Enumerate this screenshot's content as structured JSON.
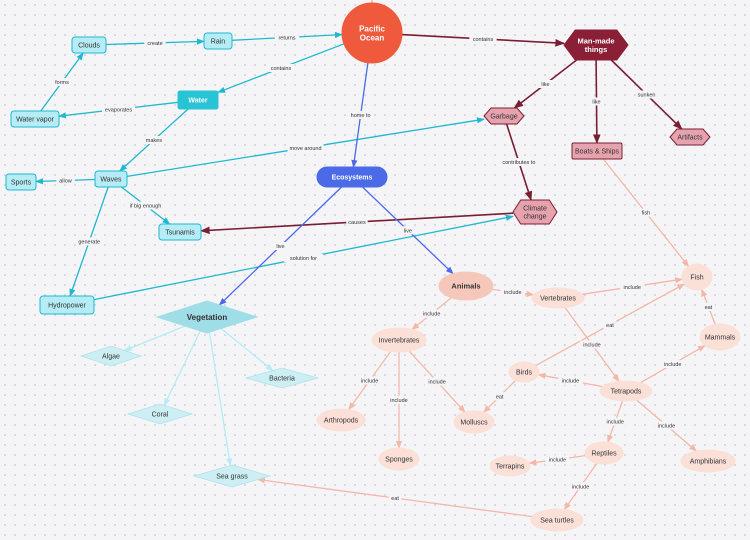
{
  "colors": {
    "teal": "#1fb8cf",
    "teal_fill": "#b5ecf5",
    "teal_dark": "#29c3d6",
    "blue": "#4a6ae8",
    "maroon": "#7a1f33",
    "maroon_fill": "#e6a3ae",
    "salmon": "#f4b7a8",
    "salmon_fill": "#fbe0d8",
    "salmon_strong": "#f6c8bc",
    "red": "#f05a3c",
    "dark": "#8a1f36"
  },
  "nodes": [
    {
      "id": "pacific",
      "label": "Pacific Ocean",
      "style": "circle-red"
    },
    {
      "id": "manmade",
      "label": "Man-made things",
      "style": "hex-dark"
    },
    {
      "id": "clouds",
      "label": "Clouds",
      "style": "teal-rect"
    },
    {
      "id": "rain",
      "label": "Rain",
      "style": "teal-rect"
    },
    {
      "id": "watervapor",
      "label": "Water vapor",
      "style": "teal-rect"
    },
    {
      "id": "water",
      "label": "Water",
      "style": "teal-solid"
    },
    {
      "id": "waves",
      "label": "Waves",
      "style": "teal-rect"
    },
    {
      "id": "sports",
      "label": "Sports",
      "style": "teal-rect"
    },
    {
      "id": "tsunamis",
      "label": "Tsunamis",
      "style": "teal-rect"
    },
    {
      "id": "hydropower",
      "label": "Hydropower",
      "style": "teal-rect"
    },
    {
      "id": "ecosystems",
      "label": "Ecosystems",
      "style": "blue-solid"
    },
    {
      "id": "garbage",
      "label": "Garbage",
      "style": "maroon-hex"
    },
    {
      "id": "boats",
      "label": "Boats & Ships",
      "style": "maroon-rect"
    },
    {
      "id": "artifacts",
      "label": "Artifacts",
      "style": "maroon-hex"
    },
    {
      "id": "climate",
      "label": "Climate change",
      "style": "maroon-hex"
    },
    {
      "id": "vegetation",
      "label": "Vegetation",
      "style": "diamond-strong"
    },
    {
      "id": "algae",
      "label": "Algae",
      "style": "diamond"
    },
    {
      "id": "bacteria",
      "label": "Bacteria",
      "style": "diamond"
    },
    {
      "id": "coral",
      "label": "Coral",
      "style": "diamond"
    },
    {
      "id": "seagrass",
      "label": "Sea grass",
      "style": "diamond"
    },
    {
      "id": "animals",
      "label": "Animals",
      "style": "ellipse-strong"
    },
    {
      "id": "vertebrates",
      "label": "Vertebrates",
      "style": "ellipse"
    },
    {
      "id": "fish",
      "label": "Fish",
      "style": "circle-salmon"
    },
    {
      "id": "mammals",
      "label": "Mammals",
      "style": "ellipse"
    },
    {
      "id": "invertebrates",
      "label": "Invertebrates",
      "style": "ellipse"
    },
    {
      "id": "birds",
      "label": "Birds",
      "style": "ellipse"
    },
    {
      "id": "tetrapods",
      "label": "Tetrapods",
      "style": "ellipse"
    },
    {
      "id": "arthropods",
      "label": "Arthropods",
      "style": "ellipse"
    },
    {
      "id": "molluscs",
      "label": "Molluscs",
      "style": "ellipse"
    },
    {
      "id": "sponges",
      "label": "Sponges",
      "style": "ellipse"
    },
    {
      "id": "reptiles",
      "label": "Reptiles",
      "style": "ellipse"
    },
    {
      "id": "amphibians",
      "label": "Amphibians",
      "style": "ellipse"
    },
    {
      "id": "terrapins",
      "label": "Terrapins",
      "style": "ellipse"
    },
    {
      "id": "seaturtles",
      "label": "Sea turtles",
      "style": "ellipse"
    }
  ],
  "edges": [
    {
      "from": "clouds",
      "to": "rain",
      "label": "create",
      "color": "teal"
    },
    {
      "from": "rain",
      "to": "pacific",
      "label": "returns",
      "color": "teal"
    },
    {
      "from": "pacific",
      "to": "water",
      "label": "contains",
      "color": "teal"
    },
    {
      "from": "watervapor",
      "to": "clouds",
      "label": "forms",
      "color": "teal"
    },
    {
      "from": "water",
      "to": "watervapor",
      "label": "evaporates",
      "color": "teal"
    },
    {
      "from": "water",
      "to": "waves",
      "label": "makes",
      "color": "teal"
    },
    {
      "from": "waves",
      "to": "sports",
      "label": "allow",
      "color": "teal"
    },
    {
      "from": "waves",
      "to": "tsunamis",
      "label": "if big enough",
      "color": "teal"
    },
    {
      "from": "waves",
      "to": "hydropower",
      "label": "generate",
      "color": "teal"
    },
    {
      "from": "waves",
      "to": "garbage",
      "label": "move around",
      "color": "teal"
    },
    {
      "from": "hydropower",
      "to": "climate",
      "label": "solution for",
      "color": "teal"
    },
    {
      "from": "pacific",
      "to": "manmade",
      "label": "contains",
      "color": "maroon"
    },
    {
      "from": "manmade",
      "to": "garbage",
      "label": "like",
      "color": "maroon"
    },
    {
      "from": "manmade",
      "to": "boats",
      "label": "like",
      "color": "maroon"
    },
    {
      "from": "manmade",
      "to": "artifacts",
      "label": "sunken",
      "color": "maroon"
    },
    {
      "from": "garbage",
      "to": "climate",
      "label": "contributes to",
      "color": "maroon"
    },
    {
      "from": "climate",
      "to": "tsunamis",
      "label": "causes",
      "color": "maroon"
    },
    {
      "from": "boats",
      "to": "fish",
      "label": "fish",
      "color": "salmon"
    },
    {
      "from": "pacific",
      "to": "ecosystems",
      "label": "home to",
      "color": "blue"
    },
    {
      "from": "ecosystems",
      "to": "vegetation",
      "label": "live",
      "color": "blue"
    },
    {
      "from": "ecosystems",
      "to": "animals",
      "label": "live",
      "color": "blue"
    },
    {
      "from": "vegetation",
      "to": "algae",
      "label": "",
      "color": "teal_fill"
    },
    {
      "from": "vegetation",
      "to": "bacteria",
      "label": "",
      "color": "teal_fill"
    },
    {
      "from": "vegetation",
      "to": "coral",
      "label": "",
      "color": "teal_fill"
    },
    {
      "from": "vegetation",
      "to": "seagrass",
      "label": "",
      "color": "teal_fill"
    },
    {
      "from": "animals",
      "to": "vertebrates",
      "label": "include",
      "color": "salmon"
    },
    {
      "from": "animals",
      "to": "invertebrates",
      "label": "include",
      "color": "salmon"
    },
    {
      "from": "vertebrates",
      "to": "fish",
      "label": "include",
      "color": "salmon"
    },
    {
      "from": "vertebrates",
      "to": "tetrapods",
      "label": "include",
      "color": "salmon"
    },
    {
      "from": "mammals",
      "to": "fish",
      "label": "eat",
      "color": "salmon"
    },
    {
      "from": "birds",
      "to": "fish",
      "label": "eat",
      "color": "salmon"
    },
    {
      "from": "tetrapods",
      "to": "mammals",
      "label": "include",
      "color": "salmon"
    },
    {
      "from": "tetrapods",
      "to": "birds",
      "label": "include",
      "color": "salmon"
    },
    {
      "from": "tetrapods",
      "to": "reptiles",
      "label": "include",
      "color": "salmon"
    },
    {
      "from": "tetrapods",
      "to": "amphibians",
      "label": "include",
      "color": "salmon"
    },
    {
      "from": "invertebrates",
      "to": "arthropods",
      "label": "include",
      "color": "salmon"
    },
    {
      "from": "invertebrates",
      "to": "sponges",
      "label": "include",
      "color": "salmon"
    },
    {
      "from": "invertebrates",
      "to": "molluscs",
      "label": "include",
      "color": "salmon"
    },
    {
      "from": "birds",
      "to": "molluscs",
      "label": "eat",
      "color": "salmon"
    },
    {
      "from": "reptiles",
      "to": "terrapins",
      "label": "include",
      "color": "salmon"
    },
    {
      "from": "reptiles",
      "to": "seaturtles",
      "label": "include",
      "color": "salmon"
    },
    {
      "from": "seaturtles",
      "to": "seagrass",
      "label": "eat",
      "color": "salmon"
    }
  ]
}
